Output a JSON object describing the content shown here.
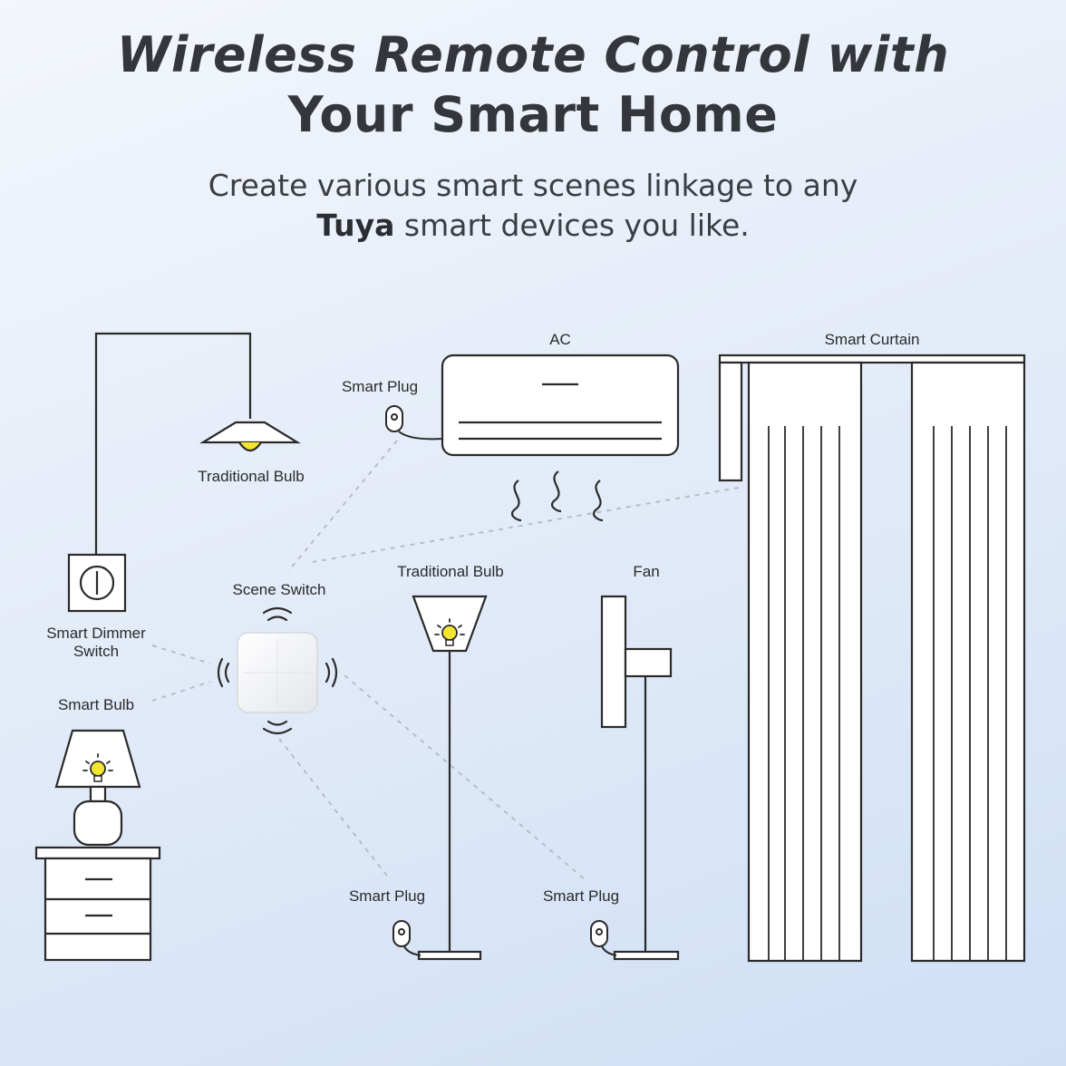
{
  "header": {
    "title_line1": "Wireless Remote Control with",
    "title_line2": "Your Smart Home",
    "subtitle_line1": "Create various smart scenes linkage to any",
    "subtitle_brand": "Tuya",
    "subtitle_line2_rest": " smart devices you like."
  },
  "labels": {
    "ac": "AC",
    "smart_curtain": "Smart Curtain",
    "smart_plug_ac": "Smart Plug",
    "traditional_bulb_ceiling": "Traditional Bulb",
    "scene_switch": "Scene Switch",
    "traditional_bulb_floor": "Traditional Bulb",
    "fan": "Fan",
    "smart_dimmer_switch_line1": "Smart Dimmer",
    "smart_dimmer_switch_line2": "Switch",
    "smart_bulb": "Smart Bulb",
    "smart_plug_lamp": "Smart Plug",
    "smart_plug_fan": "Smart Plug"
  },
  "colors": {
    "line": "#2a2a2a",
    "bulb_yellow": "#f3e531",
    "dashed": "#b8bcc2",
    "switch_body": "#f4f5f7"
  }
}
